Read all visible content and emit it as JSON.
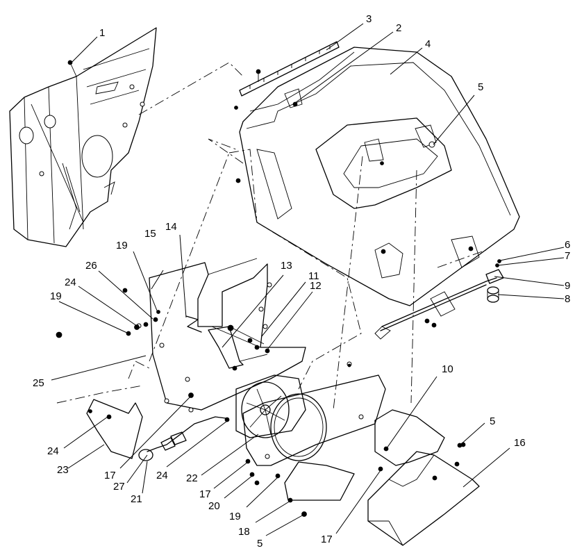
{
  "callouts": [
    {
      "text": "1"
    },
    {
      "text": "2"
    },
    {
      "text": "3"
    },
    {
      "text": "4"
    },
    {
      "text": "5"
    },
    {
      "text": "6"
    },
    {
      "text": "7"
    },
    {
      "text": "9"
    },
    {
      "text": "8"
    },
    {
      "text": "15"
    },
    {
      "text": "14"
    },
    {
      "text": "19"
    },
    {
      "text": "13"
    },
    {
      "text": "11"
    },
    {
      "text": "12"
    },
    {
      "text": "26"
    },
    {
      "text": "24"
    },
    {
      "text": "19"
    },
    {
      "text": "25"
    },
    {
      "text": "10"
    },
    {
      "text": "5"
    },
    {
      "text": "16"
    },
    {
      "text": "24"
    },
    {
      "text": "23"
    },
    {
      "text": "17"
    },
    {
      "text": "27"
    },
    {
      "text": "21"
    },
    {
      "text": "24"
    },
    {
      "text": "22"
    },
    {
      "text": "17"
    },
    {
      "text": "20"
    },
    {
      "text": "19"
    },
    {
      "text": "18"
    },
    {
      "text": "5"
    },
    {
      "text": "17"
    }
  ]
}
